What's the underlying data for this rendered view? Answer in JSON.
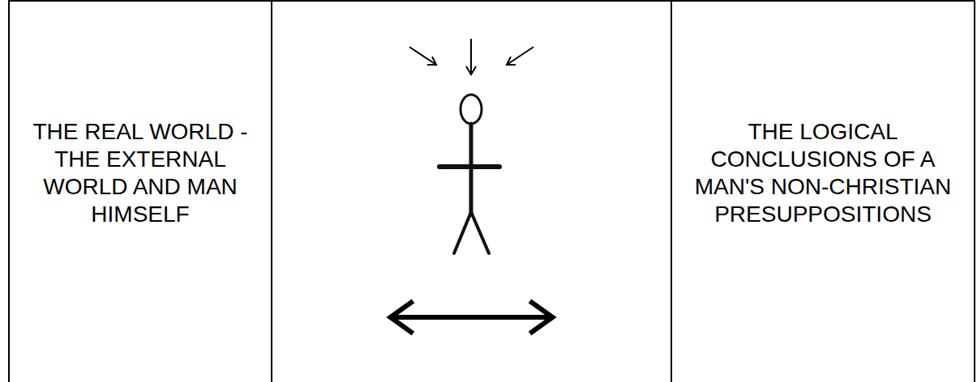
{
  "diagram": {
    "nodes": [
      {
        "text": [
          "THE REAL WORLD - THE EXTERNAL WORLD AND MAN HIMSELF"
        ]
      },
      {
        "text": [
          "THE LOGICAL CONCLUSIONS OF A MAN'S NON-CHRISTIAN PRESUPPOSITIONS"
        ]
      }
    ],
    "edges": [
      {
        "from": 0,
        "to": 1,
        "arrow": "both"
      }
    ]
  }
}
